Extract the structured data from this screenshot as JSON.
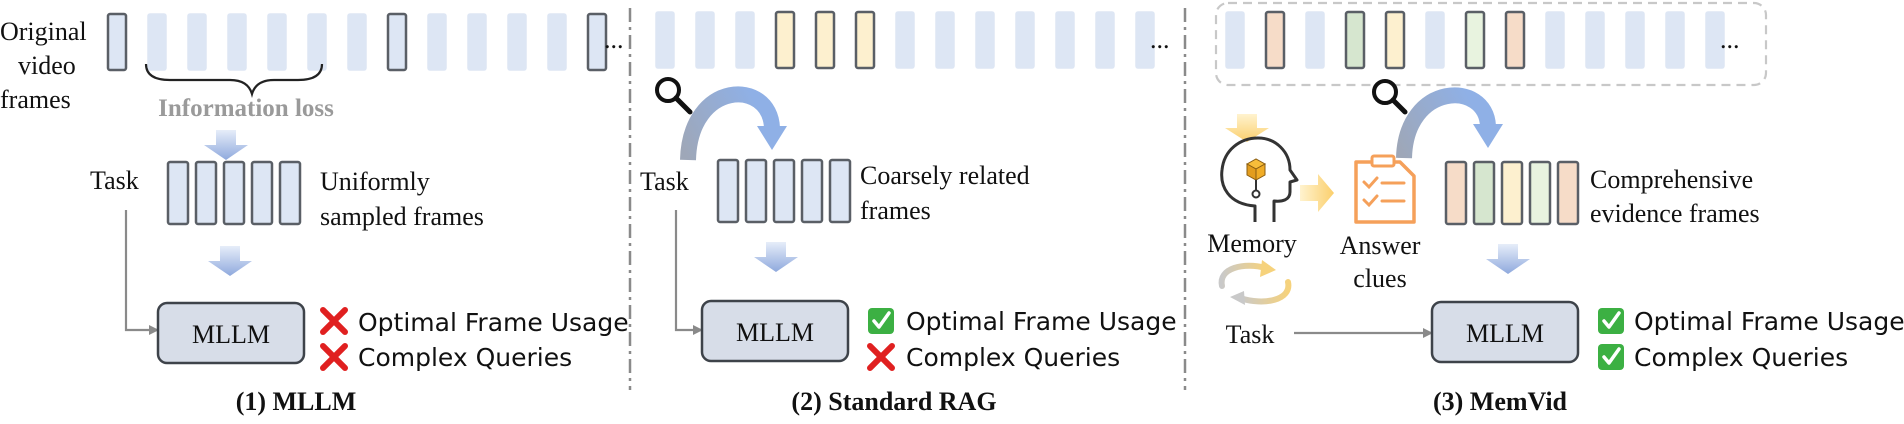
{
  "palette": {
    "frame_blue": "#dde6f4",
    "frame_yellow": "#fdf0cf",
    "frame_green": "#d6e6cf",
    "frame_peach": "#f6dcc8",
    "frame_light_green": "#e8f3df",
    "border_blue": "#9fb2cc",
    "border_dark": "#5a5f66",
    "mllm_fill": "#d7dde8",
    "arrow_blue": "#9bb4e0",
    "arrow_yellow": "#fbd27a",
    "icon_orange": "#f5a05a",
    "check_green": "#3cb043",
    "cross_red": "#e02020",
    "divider": "#8a8a8a"
  },
  "panel1": {
    "original_frames_label": [
      "Original",
      "video",
      "frames"
    ],
    "info_loss": "Information loss",
    "task": "Task",
    "sampled_label": [
      "Uniformly",
      "sampled frames"
    ],
    "mllm": "MLLM",
    "results": [
      {
        "status": "cross",
        "label": "Optimal Frame Usage"
      },
      {
        "status": "cross",
        "label": "Complex Queries"
      }
    ],
    "caption": "(1) MLLM"
  },
  "panel2": {
    "task": "Task",
    "related_label": [
      "Coarsely related",
      "frames"
    ],
    "mllm": "MLLM",
    "results": [
      {
        "status": "check",
        "label": "Optimal Frame Usage"
      },
      {
        "status": "cross",
        "label": "Complex Queries"
      }
    ],
    "caption": "(2) Standard RAG"
  },
  "panel3": {
    "memory": "Memory",
    "answer_clues": [
      "Answer",
      "clues"
    ],
    "task": "Task",
    "evidence_label": [
      "Comprehensive",
      "evidence frames"
    ],
    "mllm": "MLLM",
    "results": [
      {
        "status": "check",
        "label": "Optimal Frame Usage"
      },
      {
        "status": "check",
        "label": "Complex Queries"
      }
    ],
    "caption": "(3) MemVid"
  },
  "ellipsis": "..."
}
